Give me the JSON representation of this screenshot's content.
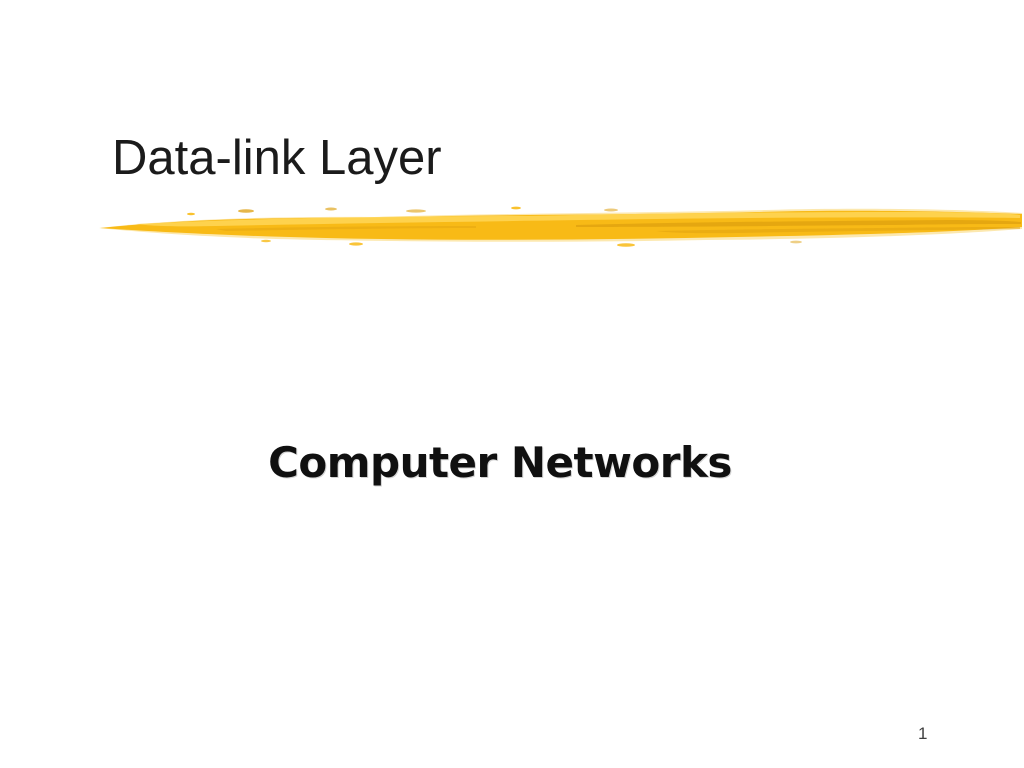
{
  "slide": {
    "title": "Data-link Layer",
    "subtitle": "Computer Networks",
    "page_number": "1",
    "colors": {
      "background": "#ffffff",
      "title_text": "#1b1b1b",
      "subtitle_text": "#101010",
      "page_number_text": "#3f3f3f",
      "brush_pale": "#FBE29B",
      "brush_main": "#F8BA16",
      "brush_highlight": "#FFD657",
      "brush_dark": "#DD9F0E"
    }
  }
}
